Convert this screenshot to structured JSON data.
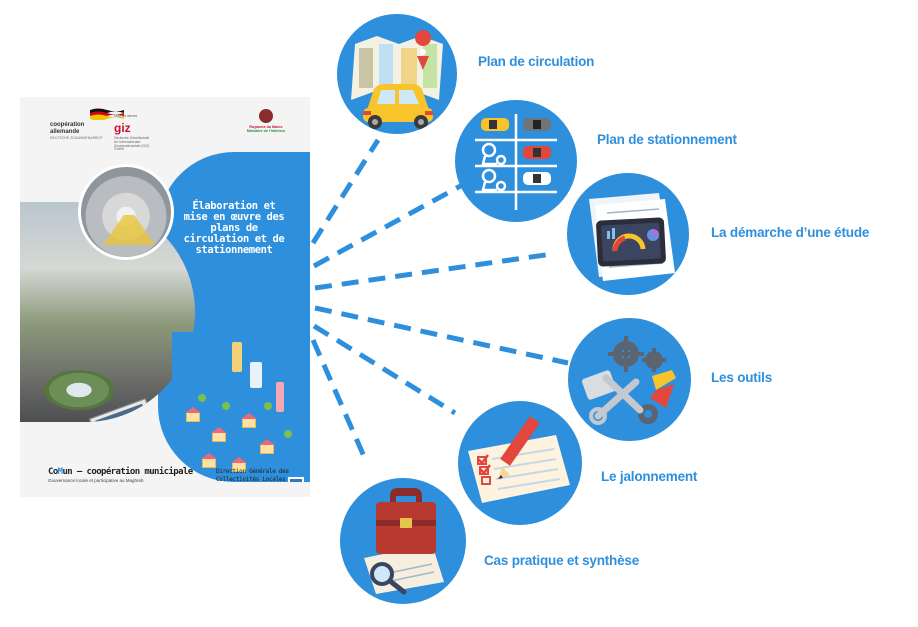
{
  "cover": {
    "partner_de_line1": "coopération",
    "partner_de_line2": "allemande",
    "partner_de_tagline": "DEUTSCHE ZUSAMMENARBEIT",
    "giz_prefix": "Mise en œuvre",
    "giz_logo": "giz",
    "giz_caption": "Deutsche Gesellschaft für Internationale Zusammenarbeit (GIZ) GmbH",
    "ministry_line1": "Royaume du Maroc",
    "ministry_line2": "Ministère de l'Intérieur",
    "title": "Élaboration et mise en œuvre des plans de circulation et de stationnement",
    "program_prefix": "Co",
    "program_highlight": "M",
    "program_suffix": "un – coopération municipale",
    "program_subtitle": "Gouvernance locale et participative au Maghreb",
    "directorate": "Direction Générale des Collectivités Locales"
  },
  "topics": [
    {
      "label": "Plan de circulation",
      "icon": "map-car-icon"
    },
    {
      "label": "Plan de stationnement",
      "icon": "parking-lot-icon"
    },
    {
      "label": "La démarche d’une étude",
      "icon": "tablet-report-icon"
    },
    {
      "label": "Les outils",
      "icon": "tools-gears-icon"
    },
    {
      "label": "Le jalonnement",
      "icon": "checklist-pencil-icon"
    },
    {
      "label": "Cas pratique et synthèse",
      "icon": "briefcase-magnifier-icon"
    }
  ],
  "colors": {
    "accent": "#2e8fdc",
    "label": "#2e8fdc",
    "car_yellow": "#f7c52b",
    "red": "#e2463d"
  }
}
